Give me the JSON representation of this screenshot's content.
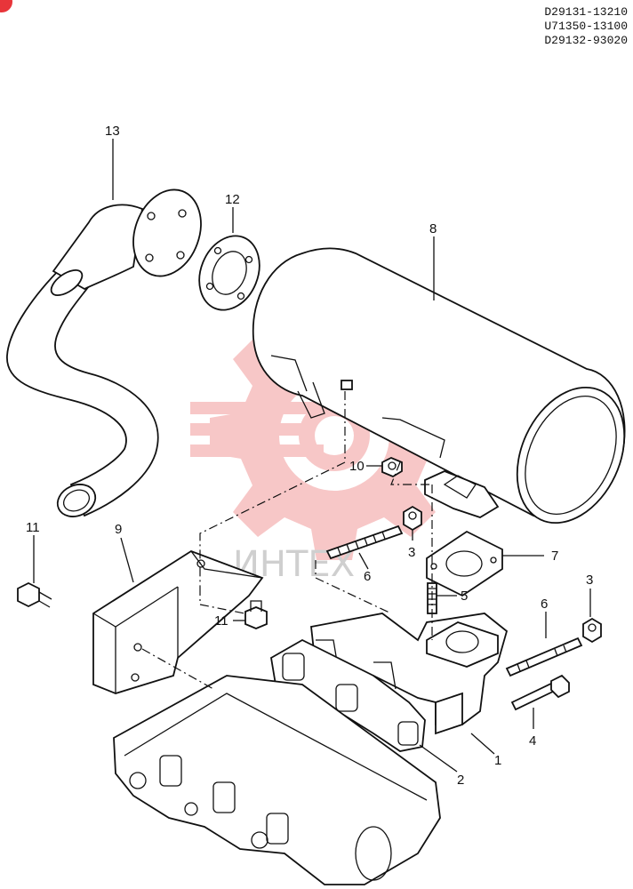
{
  "part_codes": [
    "D29131-13210",
    "U71350-13100",
    "D29132-93020"
  ],
  "callouts": [
    {
      "id": "c13",
      "text": "13"
    },
    {
      "id": "c12",
      "text": "12"
    },
    {
      "id": "c8",
      "text": "8"
    },
    {
      "id": "c10",
      "text": "10"
    },
    {
      "id": "c11a",
      "text": "11"
    },
    {
      "id": "c9",
      "text": "9"
    },
    {
      "id": "c11b",
      "text": "11"
    },
    {
      "id": "c3a",
      "text": "3"
    },
    {
      "id": "c6a",
      "text": "6"
    },
    {
      "id": "c7",
      "text": "7"
    },
    {
      "id": "c5",
      "text": "5"
    },
    {
      "id": "c3b",
      "text": "3"
    },
    {
      "id": "c6b",
      "text": "6"
    },
    {
      "id": "c4",
      "text": "4"
    },
    {
      "id": "c1",
      "text": "1"
    },
    {
      "id": "c2",
      "text": "2"
    }
  ],
  "watermark": {
    "text": "ИНТЕХ",
    "color": "#e53935"
  },
  "colors": {
    "line": "#111111",
    "watermark_gear": "#f4a7a7",
    "badge": "#e8353a"
  }
}
